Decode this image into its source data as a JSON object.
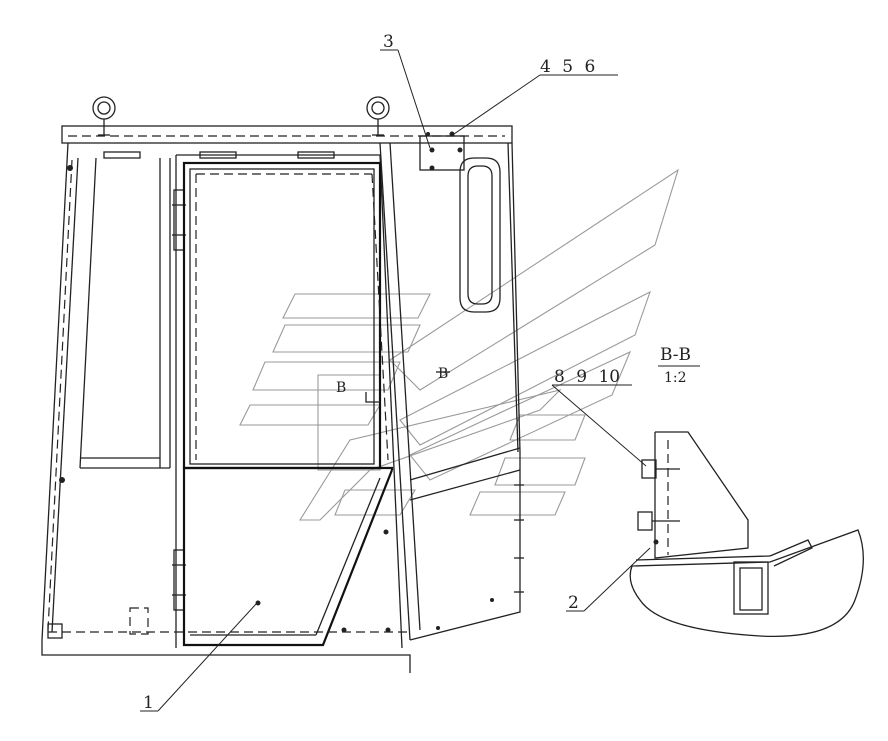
{
  "callouts": {
    "c1": "1",
    "c2": "2",
    "c3": "3",
    "c4_6": "4 5 6",
    "c8_10": "8 9 10"
  },
  "section": {
    "name": "B-B",
    "scale": "1:2",
    "mark_left": "B",
    "mark_right": "B"
  },
  "colors": {
    "line": "#222222",
    "watermark": "#9a9a9a"
  }
}
